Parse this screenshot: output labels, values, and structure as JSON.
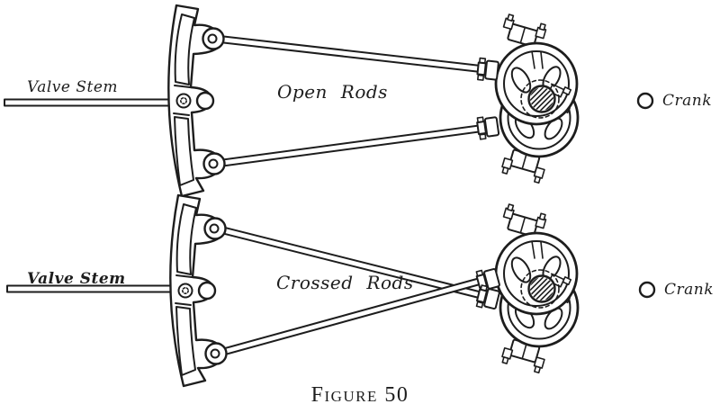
{
  "figure": {
    "caption": "Figure 50"
  },
  "open_rods": {
    "valve_stem_label": "Valve Stem",
    "center_label": "Open Rods",
    "crank_label": "Crank"
  },
  "crossed_rods": {
    "valve_stem_label": "Valve Stem",
    "center_label": "Crossed Rods",
    "crank_label": "Crank"
  },
  "colors": {
    "ink": "#1d1d1d",
    "paper": "#ffffff"
  }
}
